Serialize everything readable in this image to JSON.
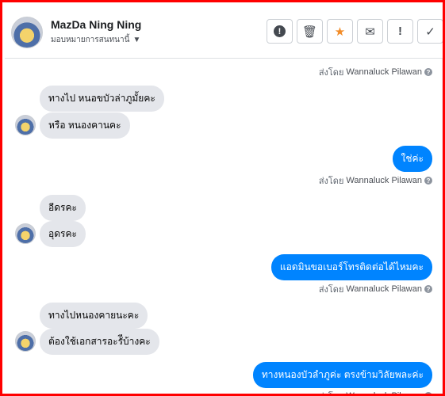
{
  "header": {
    "contact_name": "MazDa Ning Ning",
    "assign_label": "มอบหมายการสนทนานี้",
    "toolbar": {
      "spam_icon": "!",
      "delete_icon": "🗑",
      "star_icon": "★",
      "mail_icon": "✉",
      "alert_icon": "!",
      "done_icon": "✓"
    }
  },
  "conversation": {
    "sender_prefix": "ส่งโดย",
    "sender_name": "Wannaluck Pilawan",
    "messages_in": [
      "ทางไป หนอขบัวล่าภูมั้ยคะ",
      "หรือ หนองคานคะ",
      "อีดรคะ",
      "อุดรคะ",
      "ทางไปหนองคายนะคะ",
      "ต้องใช้เอกสารอะรัีบ้างคะ"
    ],
    "messages_out": [
      "ใช่ค่ะ",
      "แอดมินขอเบอร์โทรติดต่อได้ไหมคะ",
      "ทางหนองบัวลำภูค่ะ ตรงข้ามวิลัยพละค่ะ"
    ]
  },
  "colors": {
    "outgoing": "#0084ff",
    "incoming": "#e4e6eb",
    "frame_border": "#ff0000",
    "star": "#f28c28"
  }
}
